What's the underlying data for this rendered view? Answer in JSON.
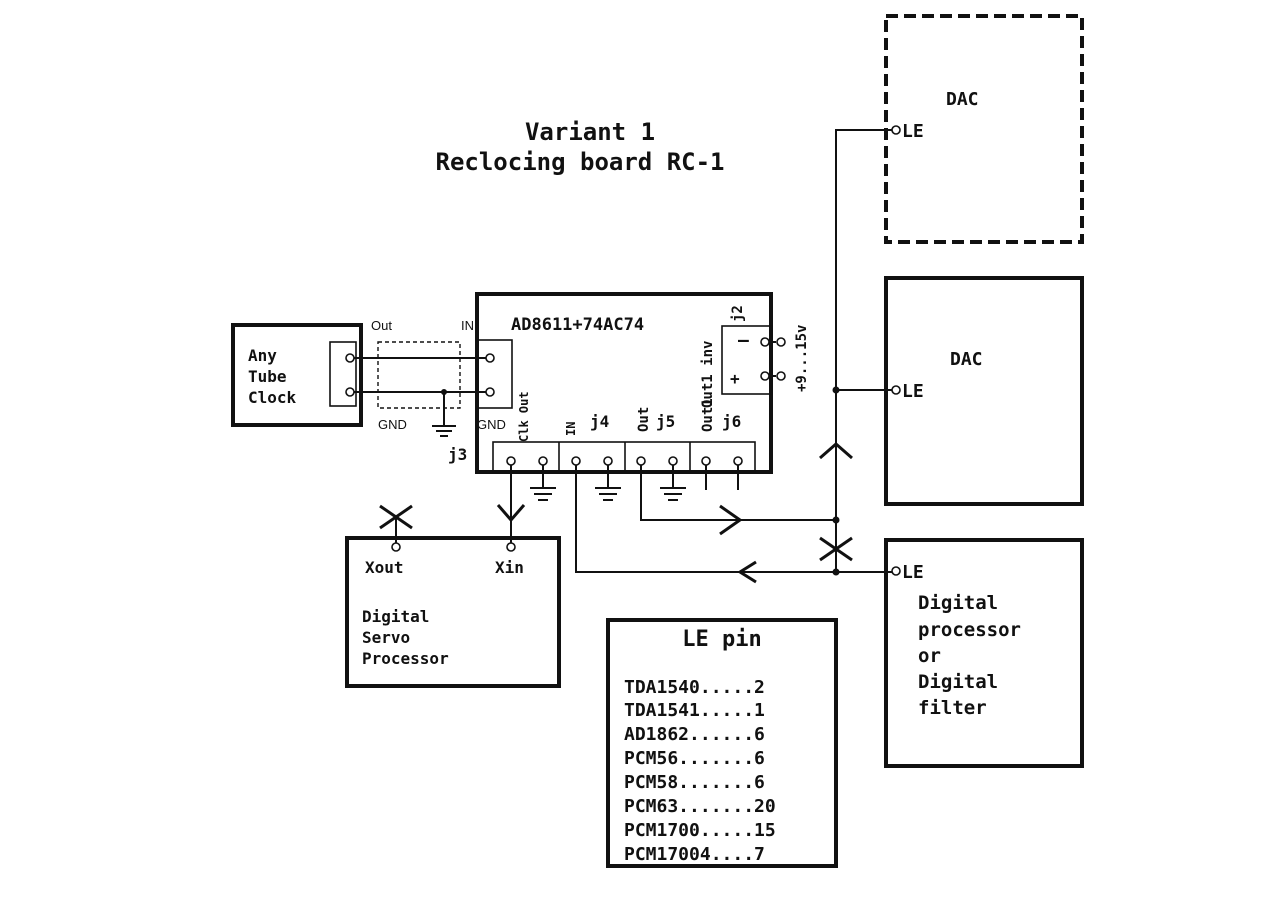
{
  "title": {
    "line1": "Variant 1",
    "line2": "Reclocing board RC-1"
  },
  "clock": {
    "line1": "Any",
    "line2": "Tube",
    "line3": "Clock"
  },
  "connector_j3": {
    "out": "Out",
    "gnd_left": "GND",
    "in": "IN",
    "gnd_right": "GND",
    "label": "j3"
  },
  "board": {
    "title": "AD8611+74AC74",
    "j2": "j2",
    "minus": "–",
    "plus": "+",
    "supply": "+9...15v",
    "out1inv": "Out1 inv",
    "clkout": "Clk Out",
    "in": "IN",
    "j4": "j4",
    "out": "Out",
    "j5": "j5",
    "out1": "Out1",
    "j6": "j6"
  },
  "dac_top": {
    "title": "DAC",
    "pin": "LE"
  },
  "dac_mid": {
    "title": "DAC",
    "pin": "LE"
  },
  "processor": {
    "pin": "LE",
    "line1": "Digital",
    "line2": "processor",
    "line3": "or",
    "line4": "Digital",
    "line5": "filter"
  },
  "servo": {
    "xout": "Xout",
    "xin": "Xin",
    "line1": "Digital",
    "line2": "Servo",
    "line3": "Processor"
  },
  "le_table": {
    "title": "LE pin",
    "rows": [
      "TDA1540.....2",
      "TDA1541.....1",
      "AD1862......6",
      "PCM56.......6",
      "PCM58.......6",
      "PCM63.......20",
      "PCM1700.....15",
      "PCM17004....7"
    ]
  }
}
